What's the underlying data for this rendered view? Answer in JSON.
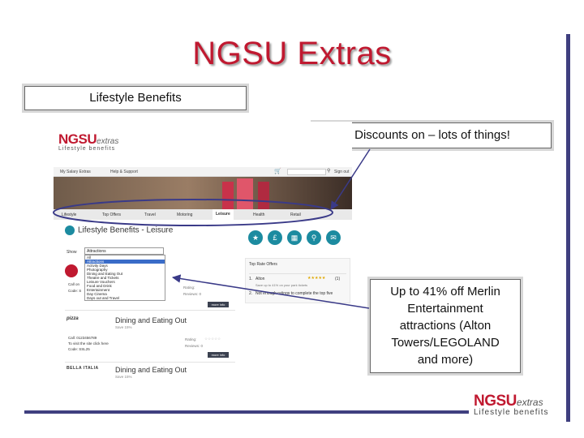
{
  "slide": {
    "title": "NGSU Extras",
    "callouts": {
      "lifestyle": "Lifestyle Benefits",
      "discounts": "Discounts on – lots of things!",
      "merlin_lines": [
        "Up to 41% off Merlin",
        "Entertainment",
        "attractions (Alton",
        "Towers/LEGOLAND",
        "and more)"
      ]
    },
    "corner_logo": {
      "main": "NGSU",
      "extras": "extras",
      "sub": "Lifestyle benefits"
    }
  },
  "screenshot": {
    "logo": {
      "main": "NGSU",
      "extras": "extras",
      "sub": "Lifestyle benefits"
    },
    "topnav": [
      "My Salary Extras",
      "Help & Support",
      "Sign out"
    ],
    "tabs": [
      "Lifestyle",
      "Top Offers",
      "Travel",
      "Motoring",
      "Leisure",
      "Health",
      "Retail"
    ],
    "active_tab": "Leisure",
    "page_heading": "Lifestyle Benefits - Leisure",
    "show_label": "Show",
    "dropdown": {
      "selected": "Attractions",
      "options": [
        "All",
        "Attractions",
        "Activity Days",
        "Photography",
        "Dining and Eating Out",
        "Theatre and Tickets",
        "Leisure Vouchers",
        "Food and Drink",
        "Entertainment",
        "Day Cinema",
        "Days out and Travel"
      ],
      "highlighted_index": 1
    },
    "top_rated": {
      "heading": "Top Rate Offers",
      "row1_num": "1.",
      "row1_name": "Alton",
      "row1_stars": "★★★★★",
      "row1_count": "(1)",
      "row1_text": "Save up to 41% on your park tickets",
      "row2_num": "2.",
      "row2_text": "Not enough ratings to complete the top five"
    },
    "listing1": {
      "text": [
        "Call on",
        "Code: S"
      ],
      "rating_label": "Rating:",
      "reviews": "Reviews: 0",
      "button": "more info"
    },
    "listing2": {
      "brand": "pizza",
      "title": "Dining and Eating Out",
      "save": "Save 15%",
      "text": [
        "Call: 0123456789",
        "To visit the site click here",
        "Code: SSL25"
      ],
      "rating_label": "Rating:",
      "rating_stars": "☆☆☆☆☆",
      "reviews": "Reviews: 0",
      "button": "more info"
    },
    "listing3": {
      "brand": "BELLA ITALIA",
      "title": "Dining and Eating Out",
      "save": "Save 15%"
    },
    "circle_icons": [
      "star-icon",
      "pound-icon",
      "voucher-icon",
      "search-icon",
      "chat-icon"
    ]
  },
  "colors": {
    "title_red": "#c01930",
    "bar_navy": "#3f3f7f",
    "arrow": "#3a3a88",
    "teal": "#1c8ba0"
  }
}
